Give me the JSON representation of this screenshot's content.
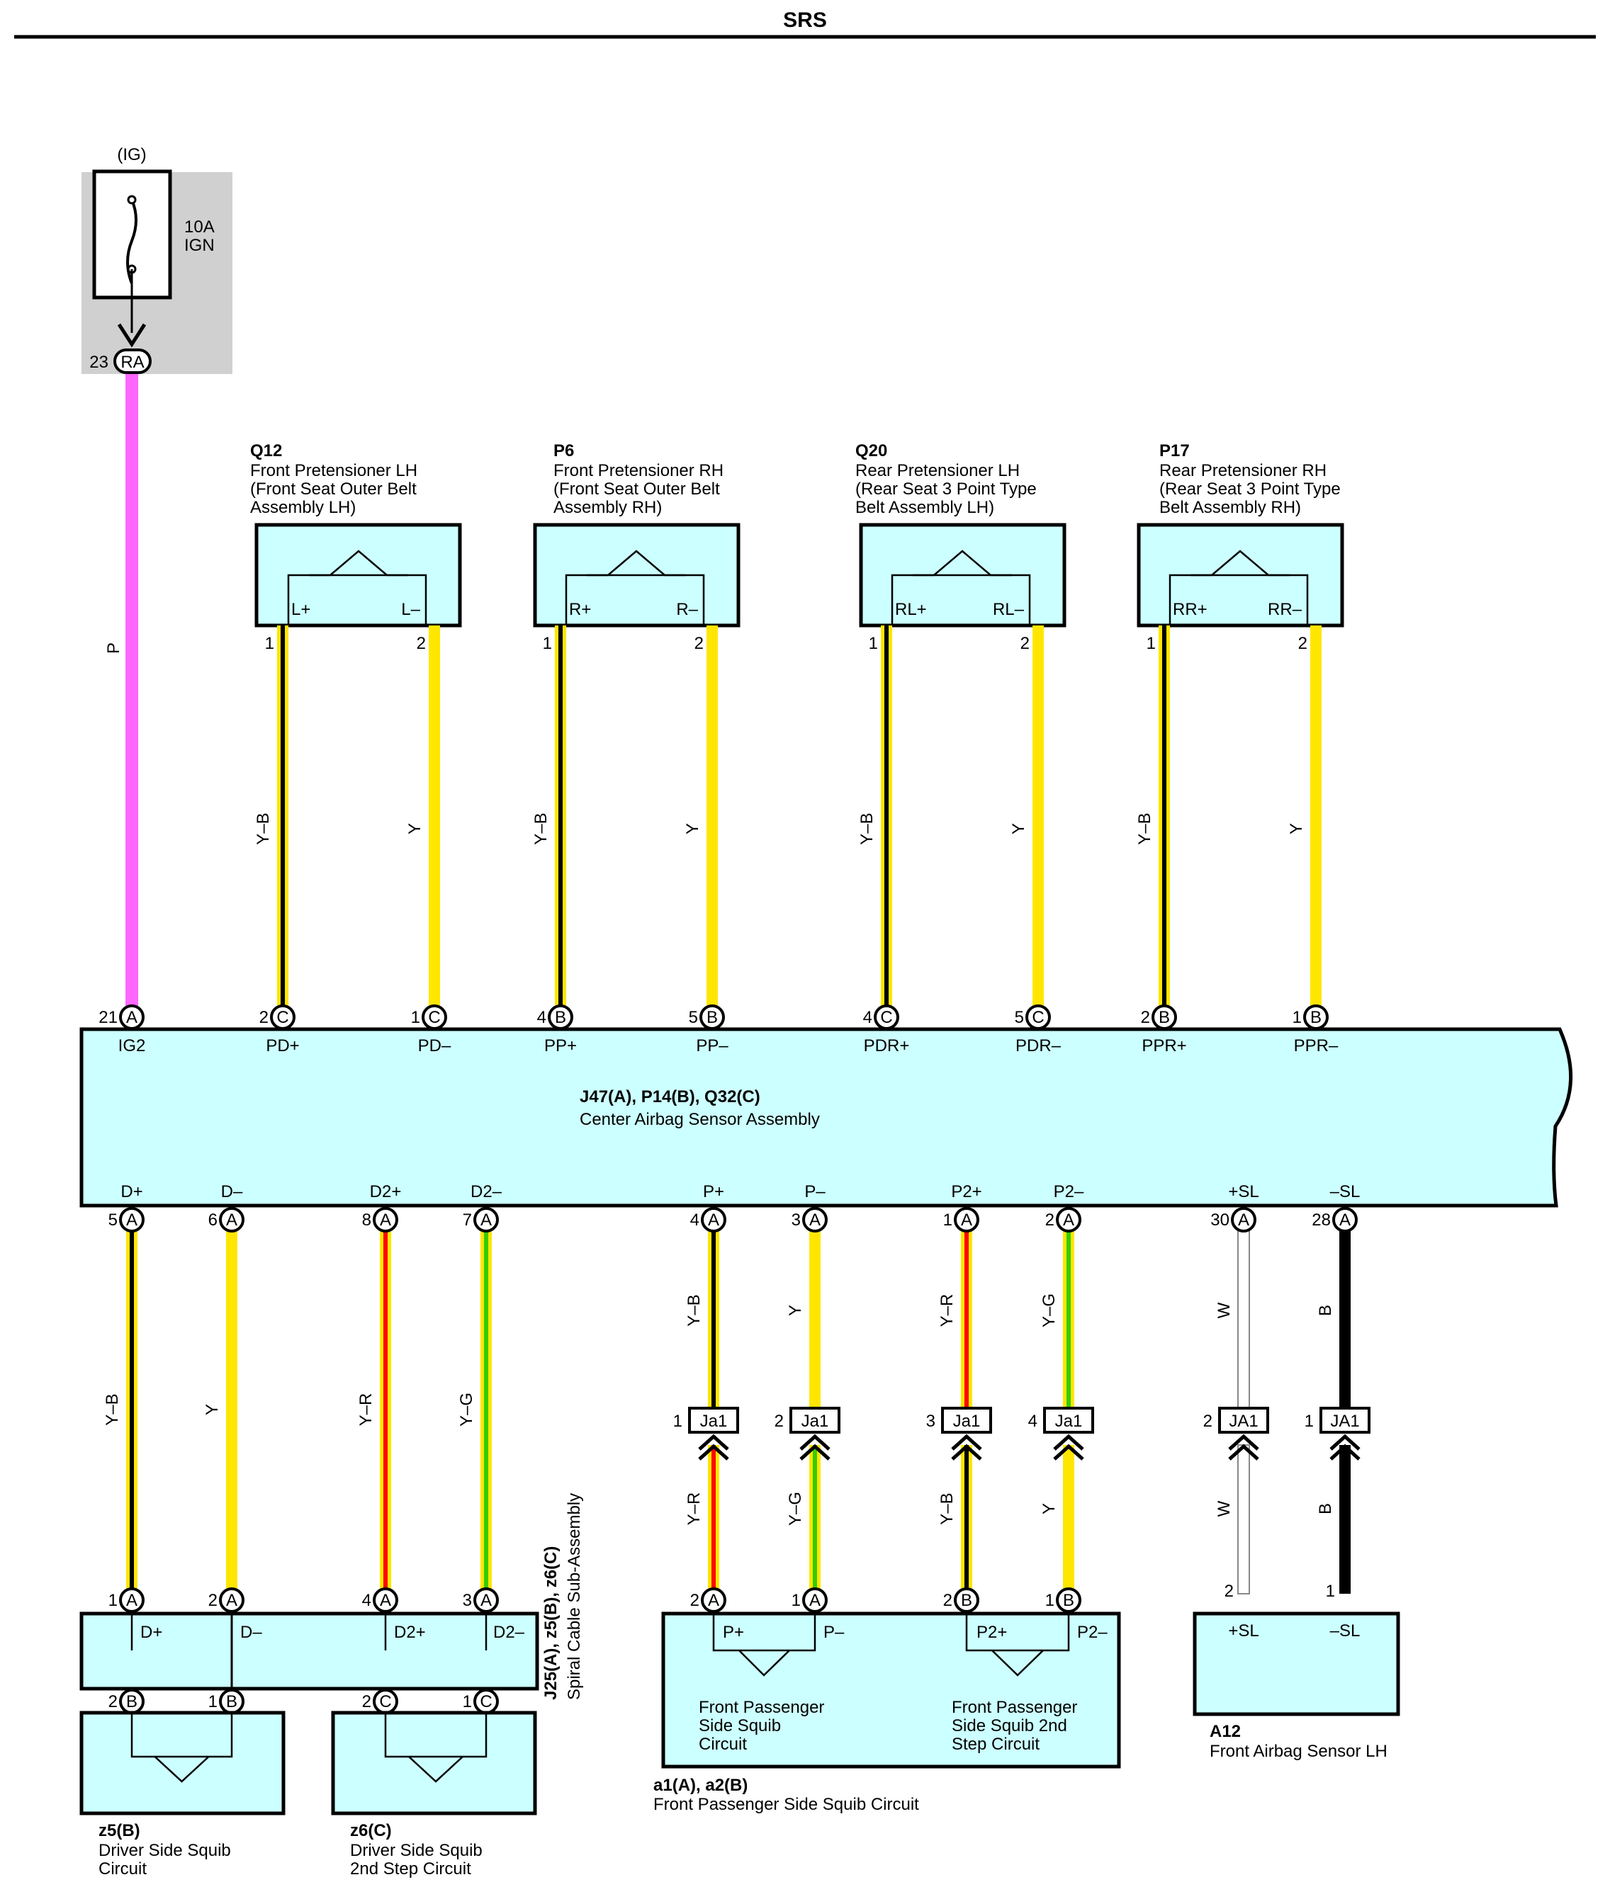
{
  "title": "SRS",
  "colors": {
    "box_fill": "#ccffff",
    "fuse_bg": "#d0d0d0",
    "pink": "#ff66ff",
    "yellow": "#ffe600",
    "red": "#ff0000",
    "green": "#33cc00",
    "white": "#ffffff",
    "black": "#000000"
  },
  "fuse": {
    "label": "(IG)",
    "rating": "10A",
    "name": "IGN",
    "connector": "RA",
    "pin": "23",
    "wire_color": "P"
  },
  "pretensioners": [
    {
      "code": "Q12",
      "lines": [
        "Front Pretensioner LH",
        "(Front Seat Outer Belt",
        " Assembly LH)"
      ],
      "term_left": "L+",
      "term_right": "L–",
      "pin_left": "1",
      "pin_right": "2",
      "wire_left": "Y–B",
      "wire_right": "Y"
    },
    {
      "code": "P6",
      "lines": [
        "Front Pretensioner RH",
        "(Front Seat Outer Belt",
        " Assembly RH)"
      ],
      "term_left": "R+",
      "term_right": "R–",
      "pin_left": "1",
      "pin_right": "2",
      "wire_left": "Y–B",
      "wire_right": "Y"
    },
    {
      "code": "Q20",
      "lines": [
        "Rear Pretensioner LH",
        "(Rear Seat 3 Point Type",
        " Belt Assembly LH)"
      ],
      "term_left": "RL+",
      "term_right": "RL–",
      "pin_left": "1",
      "pin_right": "2",
      "wire_left": "Y–B",
      "wire_right": "Y"
    },
    {
      "code": "P17",
      "lines": [
        "Rear Pretensioner RH",
        "(Rear Seat 3 Point Type",
        " Belt Assembly RH)"
      ],
      "term_left": "RR+",
      "term_right": "RR–",
      "pin_left": "1",
      "pin_right": "2",
      "wire_left": "Y–B",
      "wire_right": "Y"
    }
  ],
  "main": {
    "code": "J47(A), P14(B), Q32(C)",
    "name": "Center Airbag Sensor Assembly",
    "top_pins": [
      {
        "num": "21",
        "letter": "A",
        "label": "IG2"
      },
      {
        "num": "2",
        "letter": "C",
        "label": "PD+"
      },
      {
        "num": "1",
        "letter": "C",
        "label": "PD–"
      },
      {
        "num": "4",
        "letter": "B",
        "label": "PP+"
      },
      {
        "num": "5",
        "letter": "B",
        "label": "PP–"
      },
      {
        "num": "4",
        "letter": "C",
        "label": "PDR+"
      },
      {
        "num": "5",
        "letter": "C",
        "label": "PDR–"
      },
      {
        "num": "2",
        "letter": "B",
        "label": "PPR+"
      },
      {
        "num": "1",
        "letter": "B",
        "label": "PPR–"
      }
    ],
    "bottom_pins": [
      {
        "num": "5",
        "letter": "A",
        "label": "D+",
        "wire": "Y–B"
      },
      {
        "num": "6",
        "letter": "A",
        "label": "D–",
        "wire": "Y"
      },
      {
        "num": "8",
        "letter": "A",
        "label": "D2+",
        "wire": "Y–R"
      },
      {
        "num": "7",
        "letter": "A",
        "label": "D2–",
        "wire": "Y–G"
      },
      {
        "num": "4",
        "letter": "A",
        "label": "P+",
        "wire": "Y–B"
      },
      {
        "num": "3",
        "letter": "A",
        "label": "P–",
        "wire": "Y"
      },
      {
        "num": "1",
        "letter": "A",
        "label": "P2+",
        "wire": "Y–R"
      },
      {
        "num": "2",
        "letter": "A",
        "label": "P2–",
        "wire": "Y–G"
      },
      {
        "num": "30",
        "letter": "A",
        "label": "+SL",
        "wire": "W"
      },
      {
        "num": "28",
        "letter": "A",
        "label": "–SL",
        "wire": "B"
      }
    ]
  },
  "junctions": [
    {
      "pin": "1",
      "label": "Ja1",
      "wire_below": "Y–R"
    },
    {
      "pin": "2",
      "label": "Ja1",
      "wire_below": "Y–G"
    },
    {
      "pin": "3",
      "label": "Ja1",
      "wire_below": "Y–B"
    },
    {
      "pin": "4",
      "label": "Ja1",
      "wire_below": "Y"
    },
    {
      "pin": "2",
      "label": "JA1",
      "wire_below": "W"
    },
    {
      "pin": "1",
      "label": "JA1",
      "wire_below": "B"
    }
  ],
  "spiral": {
    "code": "J25(A), z5(B), z6(C)",
    "name": "Spiral Cable Sub-Assembly",
    "top_pins": [
      {
        "num": "1",
        "letter": "A",
        "label": "D+"
      },
      {
        "num": "2",
        "letter": "A",
        "label": "D–"
      },
      {
        "num": "4",
        "letter": "A",
        "label": "D2+"
      },
      {
        "num": "3",
        "letter": "A",
        "label": "D2–"
      }
    ],
    "bottom_pins": [
      {
        "num": "2",
        "letter": "B"
      },
      {
        "num": "1",
        "letter": "B"
      },
      {
        "num": "2",
        "letter": "C"
      },
      {
        "num": "1",
        "letter": "C"
      }
    ]
  },
  "squibs": [
    {
      "code": "z5(B)",
      "lines": [
        "Driver Side Squib",
        "Circuit"
      ]
    },
    {
      "code": "z6(C)",
      "lines": [
        "Driver Side Squib",
        "2nd Step Circuit"
      ]
    }
  ],
  "passenger": {
    "code": "a1(A), a2(B)",
    "name": "Front Passenger Side Squib Circuit",
    "pins": [
      {
        "num": "2",
        "letter": "A",
        "label": "P+"
      },
      {
        "num": "1",
        "letter": "A",
        "label": "P–"
      },
      {
        "num": "2",
        "letter": "B",
        "label": "P2+"
      },
      {
        "num": "1",
        "letter": "B",
        "label": "P2–"
      }
    ],
    "sub1": [
      "Front Passenger",
      "Side Squib",
      "Circuit"
    ],
    "sub2": [
      "Front Passenger",
      "Side Squib 2nd",
      "Step Circuit"
    ]
  },
  "sensor": {
    "code": "A12",
    "name": "Front Airbag Sensor LH",
    "pins": [
      {
        "num": "2",
        "label": "+SL"
      },
      {
        "num": "1",
        "label": "–SL"
      }
    ]
  }
}
